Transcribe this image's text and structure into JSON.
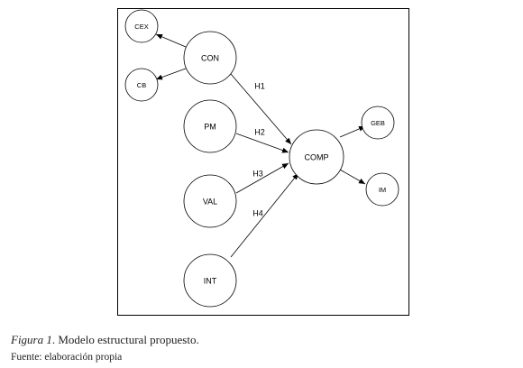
{
  "diagram": {
    "nodes": {
      "cex": "CEX",
      "cb": "CB",
      "con": "CON",
      "pm": "PM",
      "val": "VAL",
      "int": "INT",
      "comp": "COMP",
      "geb": "GEB",
      "im": "IM"
    },
    "edges": {
      "h1": "H1",
      "h2": "H2",
      "h3": "H3",
      "h4": "H4"
    }
  },
  "caption": {
    "figure_label": "Figura 1",
    "text": ". Modelo estructural propuesto."
  },
  "source": "Fuente: elaboración propia"
}
